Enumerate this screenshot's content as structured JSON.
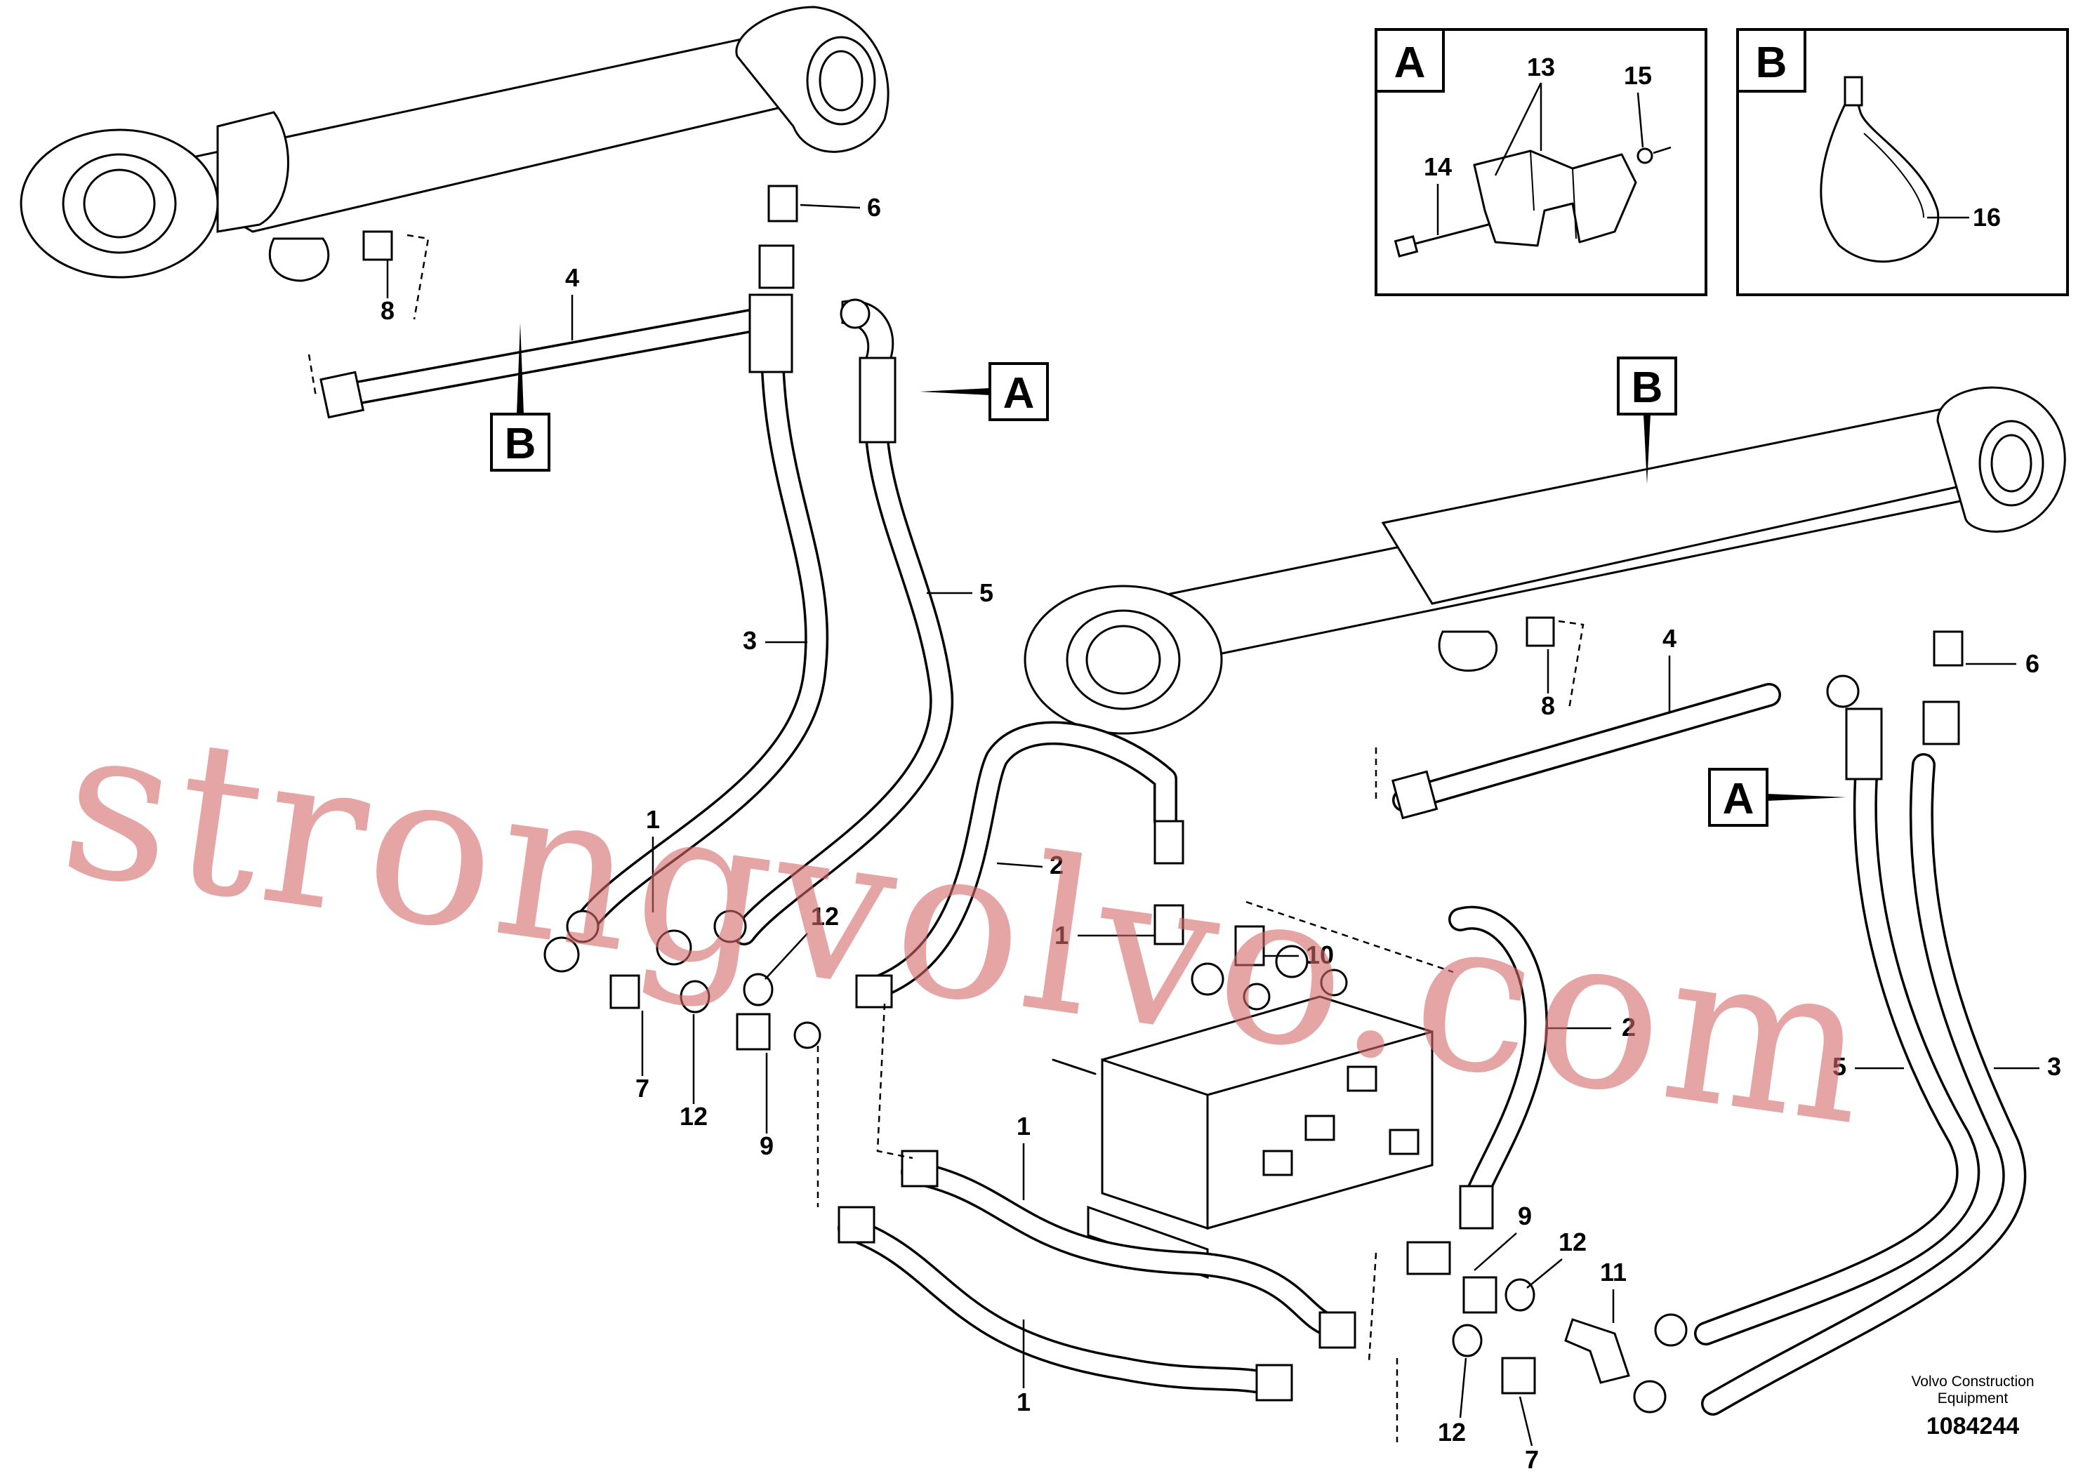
{
  "detail_labels": {
    "a": "A",
    "b": "B"
  },
  "part_numbers": {
    "p1": "1",
    "p2": "2",
    "p3": "3",
    "p4": "4",
    "p5": "5",
    "p6": "6",
    "p7": "7",
    "p8": "8",
    "p9": "9",
    "p10": "10",
    "p11": "11",
    "p12": "12",
    "p13": "13",
    "p14": "14",
    "p15": "15",
    "p16": "16"
  },
  "brand": {
    "line1": "Volvo Construction",
    "line2": "Equipment"
  },
  "drawing_number": "1084244",
  "watermark": "strongvolvo.com"
}
